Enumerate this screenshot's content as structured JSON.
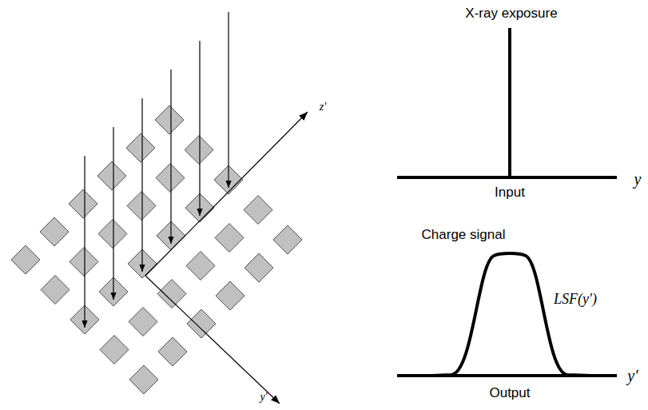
{
  "diagram": {
    "labels": [
      "z'",
      "y'",
      "X-ray exposure",
      "Input",
      "y",
      "Charge signal",
      "LSF(y′)",
      "y′",
      "Output"
    ]
  }
}
